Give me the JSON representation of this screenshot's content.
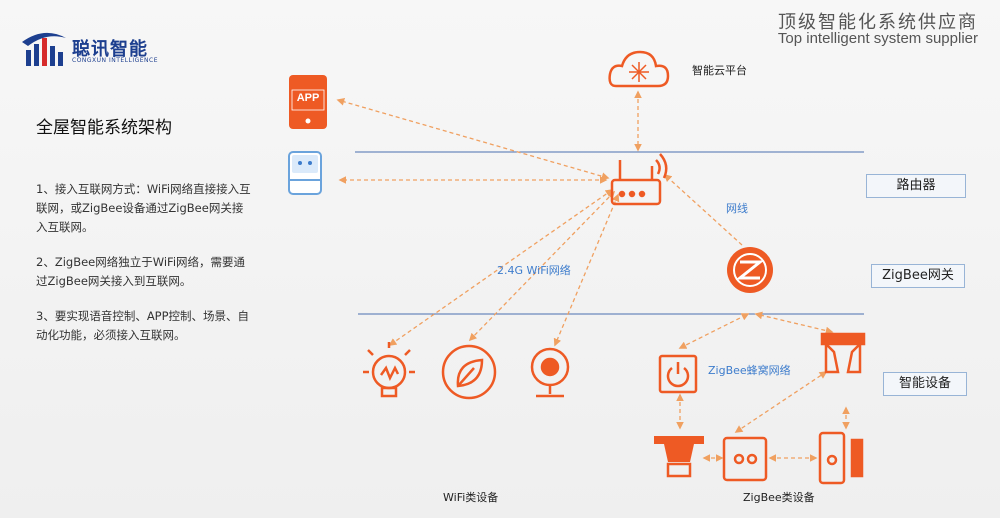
{
  "header": {
    "logo_text": "聪讯智能",
    "logo_sub": "CONGXUN INTELLIGENCE",
    "tagline_cn": "顶级智能化系统供应商",
    "tagline_en": "Top intelligent system supplier"
  },
  "left_panel": {
    "title": "全屋智能系统架构",
    "points": [
      "1、接入互联网方式：WiFi网络直接接入互联网，或ZigBee设备通过ZigBee网关接入互联网。",
      "2、ZigBee网络独立于WiFi网络，需要通过ZigBee网关接入到互联网。",
      "3、要实现语音控制、APP控制、场景、自动化功能，必须接入互联网。"
    ]
  },
  "diagram": {
    "cloud_label": "智能云平台",
    "app_icon_text": "APP",
    "wired_label": "网线",
    "wifi_network_label": "2.4G WiFi网络",
    "zigbee_network_label": "ZigBee蜂窝网络",
    "wifi_devices_label": "WiFi类设备",
    "zigbee_devices_label": "ZigBee类设备",
    "layers": [
      "路由器",
      "ZigBee网关",
      "智能设备"
    ],
    "accent_color": "#ee5a24",
    "arrow_color": "#f0a060",
    "line_color": "#4a6fb0"
  }
}
